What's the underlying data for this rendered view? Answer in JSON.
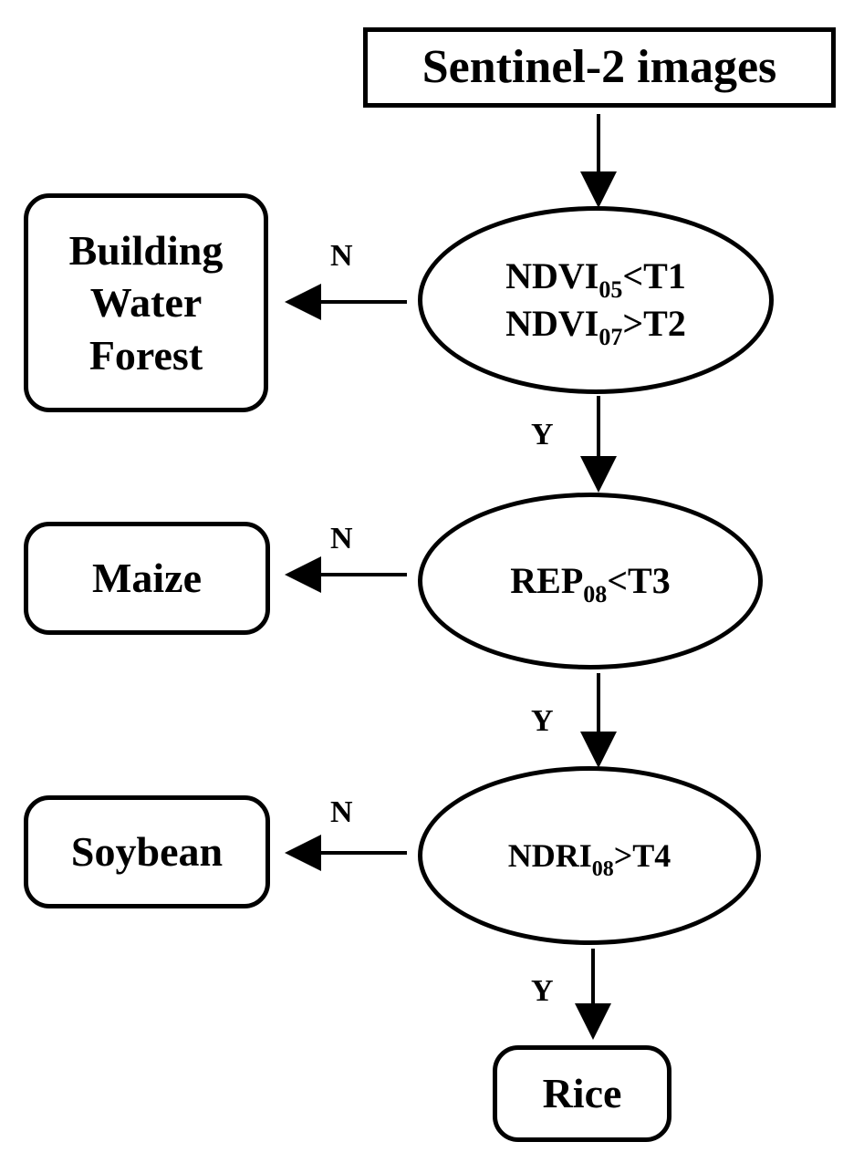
{
  "nodes": {
    "input": "Sentinel-2 images",
    "decision1": {
      "line1": {
        "main": "NDVI",
        "sub": "05",
        "rest": "<T1"
      },
      "line2": {
        "main": "NDVI",
        "sub": "07",
        "rest": ">T2"
      }
    },
    "decision2": {
      "main": "REP",
      "sub": "08",
      "rest": "<T3"
    },
    "decision3": {
      "main": "NDRI",
      "sub": "08",
      "rest": ">T4"
    },
    "class1": [
      "Building",
      "Water",
      "Forest"
    ],
    "class2": "Maize",
    "class3": "Soybean",
    "class4": "Rice"
  },
  "edge_labels": {
    "no1": "N",
    "yes1": "Y",
    "no2": "N",
    "yes2": "Y",
    "no3": "N",
    "yes3": "Y"
  }
}
